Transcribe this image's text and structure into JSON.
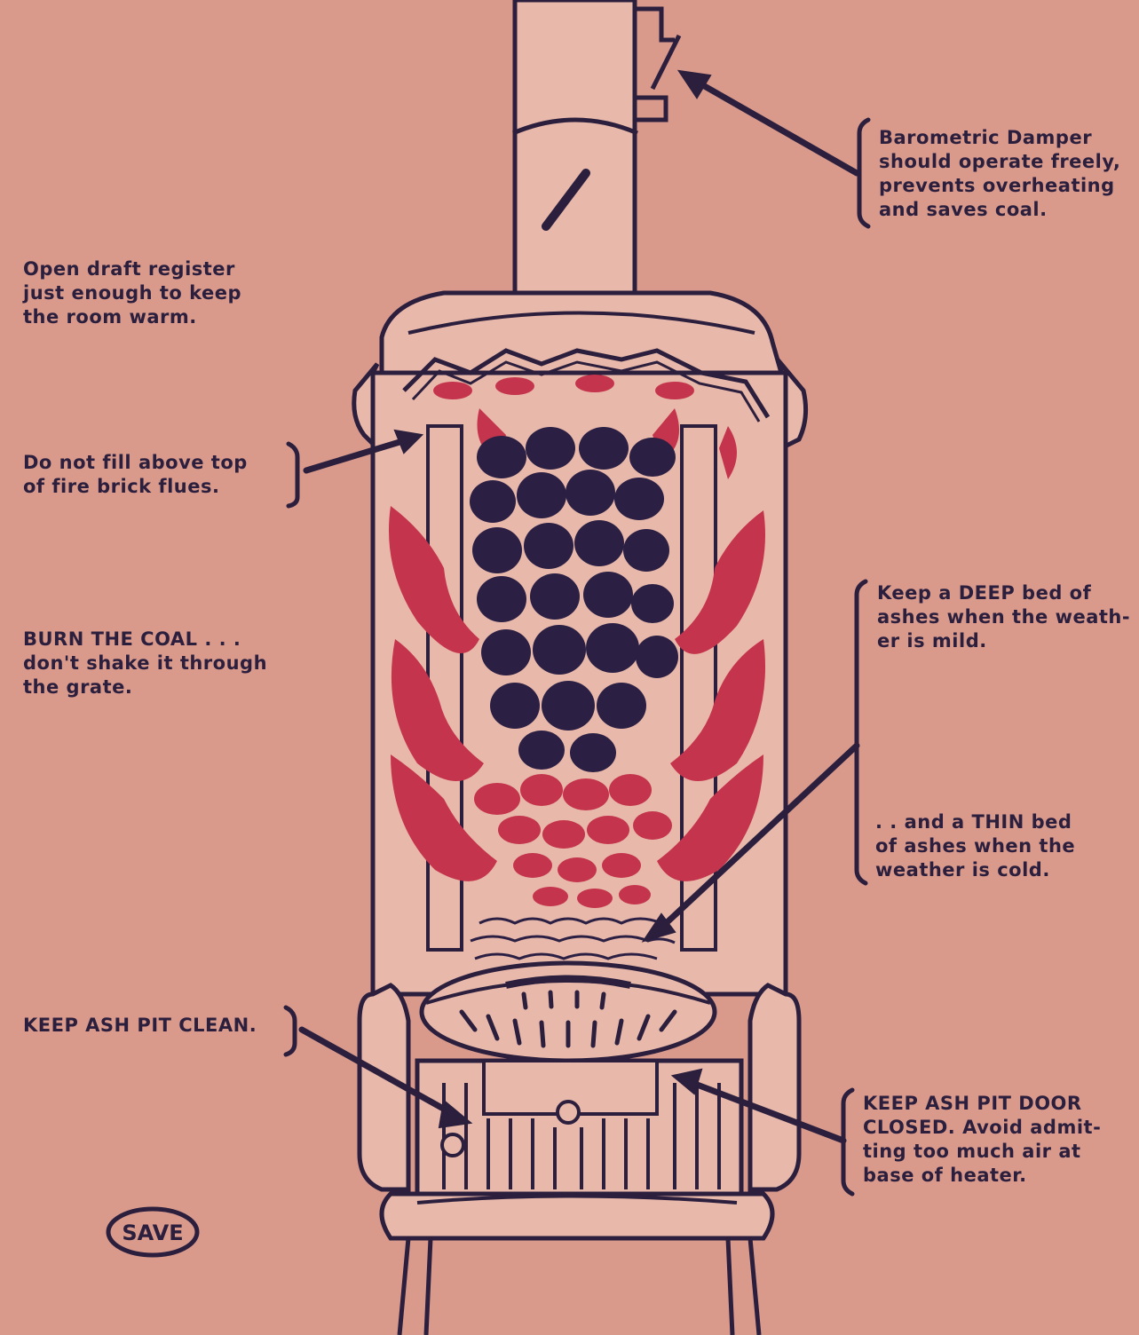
{
  "labels": {
    "barometric_damper": [
      "Barometric Damper",
      "should operate freely,",
      "prevents overheating",
      "and saves coal."
    ],
    "draft_register": [
      "Open draft register",
      "just enough to keep",
      "the room warm."
    ],
    "fire_brick": [
      "Do not fill above top",
      "of fire brick flues."
    ],
    "burn_coal": [
      "BURN THE COAL . . .",
      "don't shake it through",
      "the grate."
    ],
    "deep_bed": [
      "Keep a DEEP bed of",
      "ashes when the weath-",
      "er is mild."
    ],
    "thin_bed": [
      ". . and a THIN bed",
      "of ashes when the",
      "weather is cold."
    ],
    "ash_pit_clean": [
      "KEEP ASH PIT CLEAN."
    ],
    "ash_pit_door": [
      "KEEP ASH PIT DOOR",
      "CLOSED. Avoid admit-",
      "ting too much air at",
      "base of heater."
    ]
  },
  "save_logo": "SAVE",
  "colors": {
    "background": "#d99a8c",
    "stove_fill": "#e8b8aa",
    "ink": "#2b1f3d",
    "flame": "#c4344c",
    "coal": "#2b2044"
  }
}
